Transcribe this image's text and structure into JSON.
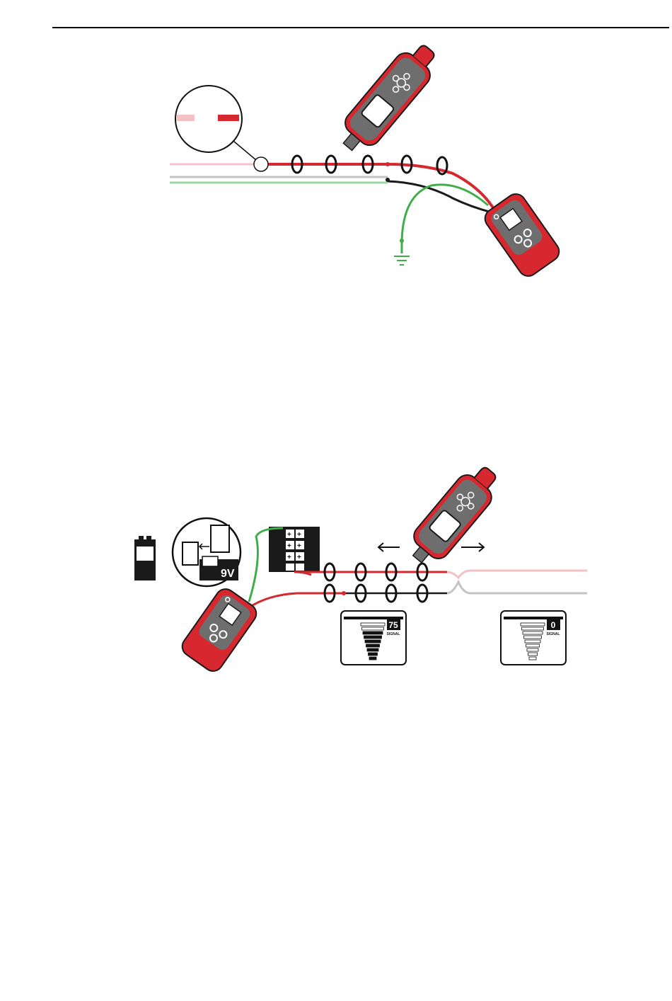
{
  "colors": {
    "red": "#d7282f",
    "dark_red": "#8e1418",
    "pink": "#f4c2c4",
    "gray": "#c4c4c4",
    "green": "#3fae49",
    "light_green": "#9fd7a3",
    "black": "#1a1a1a",
    "device_gray": "#6e6e6e"
  },
  "icons": [
    "probe-device-icon",
    "transmitter-device-icon",
    "ground-symbol-icon",
    "battery-9v-icon",
    "battery-pack-icon",
    "signal-meter-icon"
  ],
  "figure2": {
    "battery_zoom_label": "9V",
    "pack_symbols": [
      "+",
      "+",
      "+",
      "+",
      "+",
      "+"
    ],
    "meter_near": {
      "value": "75",
      "label": "SIGNAL",
      "level": 0.75
    },
    "meter_far": {
      "value": "0",
      "label": "SIGNAL",
      "level": 0
    }
  }
}
